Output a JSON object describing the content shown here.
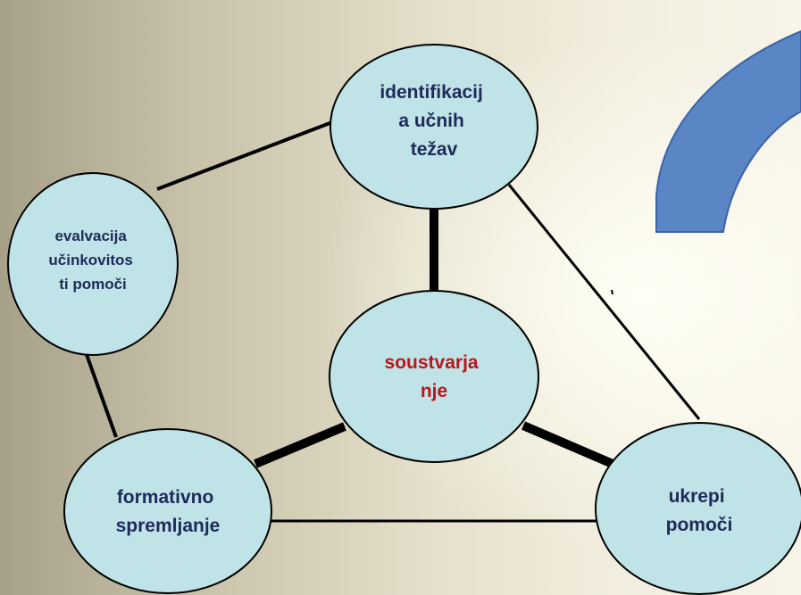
{
  "diagram": {
    "nodes": {
      "identification": {
        "lines": [
          "identifikacij",
          "a učnih",
          "težav"
        ]
      },
      "evaluation": {
        "lines": [
          "evalvacija",
          "učinkovitos",
          "ti pomoči"
        ]
      },
      "center": {
        "lines": [
          "soustvarja",
          "nje"
        ]
      },
      "formative": {
        "lines": [
          "formativno",
          "spremljanje"
        ]
      },
      "actions": {
        "lines": [
          "ukrepi",
          "pomoči"
        ]
      }
    },
    "colors": {
      "node_fill": "#bfe3e6",
      "node_stroke": "#000000",
      "label_text": "#1f2a5a",
      "center_text": "#b8161c",
      "arrow_fill": "#5b86c6",
      "arrow_stroke": "#3b63a8"
    },
    "decorations": [
      "curved-arrow-shape"
    ]
  }
}
